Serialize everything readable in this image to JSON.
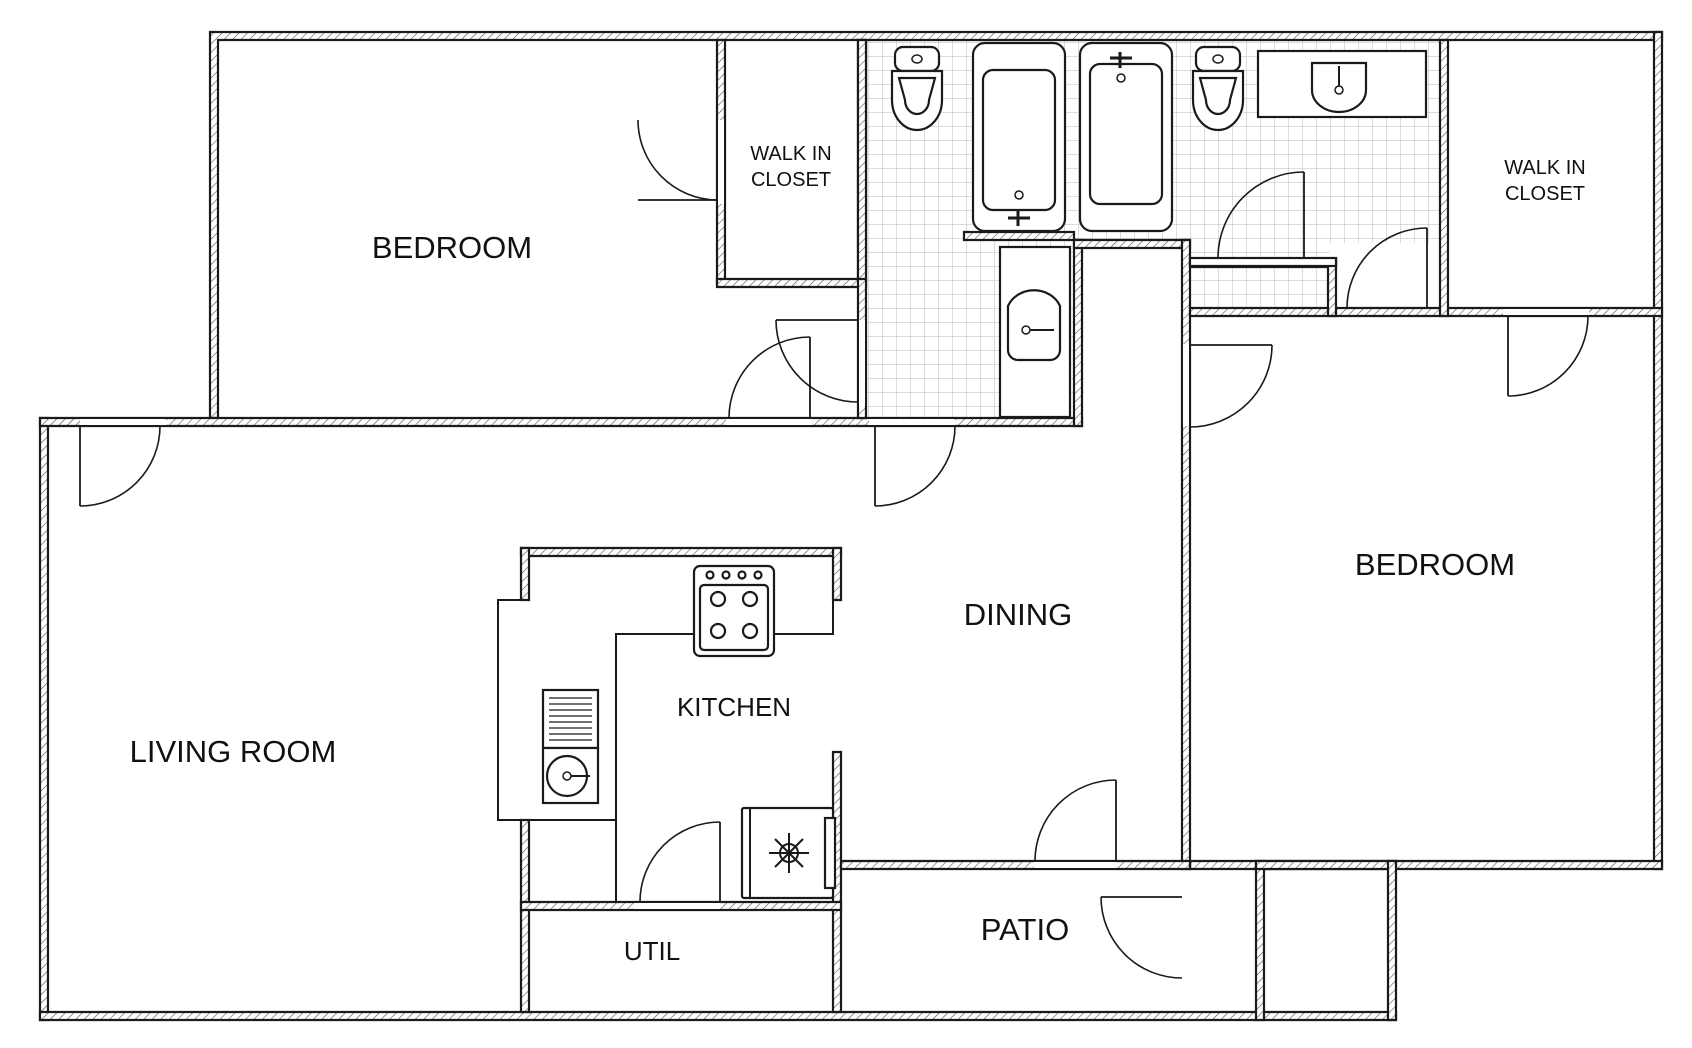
{
  "floorplan": {
    "rooms": {
      "bedroom_1": "BEDROOM",
      "walk_in_closet_1_line1": "WALK IN",
      "walk_in_closet_1_line2": "CLOSET",
      "walk_in_closet_2_line1": "WALK IN",
      "walk_in_closet_2_line2": "CLOSET",
      "bedroom_2": "BEDROOM",
      "living_room": "LIVING ROOM",
      "dining": "DINING",
      "kitchen": "KITCHEN",
      "util": "UTIL",
      "patio": "PATIO"
    },
    "fixtures": [
      "toilet-icon",
      "bathtub-icon",
      "sink-icon",
      "stove-icon",
      "refrigerator-icon",
      "dishwasher-icon"
    ],
    "colors": {
      "line": "#1a1a1a",
      "tile_grid": "#b8b8b8",
      "background": "#ffffff"
    }
  }
}
